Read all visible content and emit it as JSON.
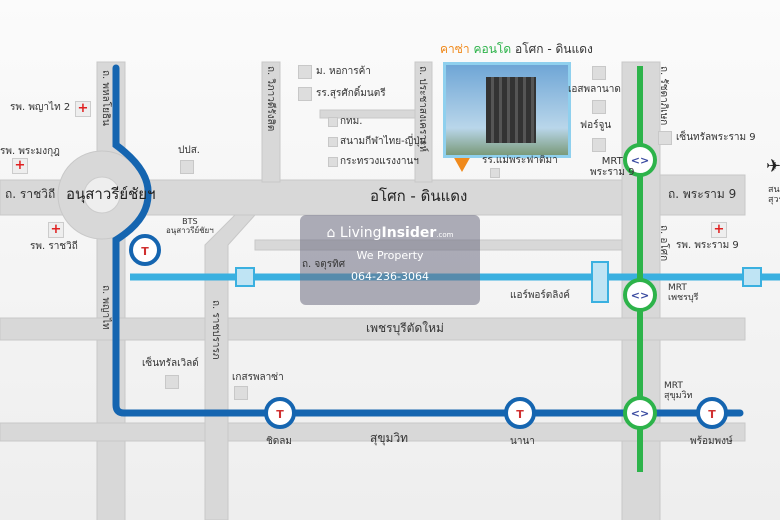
{
  "title": {
    "part1": "คาซ่า",
    "part2": "คอนโด",
    "part3": "อโศก - ดินแดง"
  },
  "roads": {
    "main": "อโศก - ดินแดง",
    "rama9": "ถ. พระราม 9",
    "ratchawithi": "ถ. ราชวิถี",
    "phahonyothin": "ถ. พหลโยธิน",
    "vibhavadi": "ถ. วิภาวดีรังสิต",
    "pracha": "ถ. ประชาสงเคราะห์",
    "ratchada": "ถ. รัชดาภิเษก",
    "asoke": "ถ. อโศก",
    "chaturathit": "ถ. จตุรทิศ",
    "phayathai": "ถ. พญาไท",
    "ratchaprarop": "ถ. ราชปรารภ",
    "petchburi": "เพชรบุรีตัดใหม่",
    "sukhumvit": "สุขุมวิท"
  },
  "places": {
    "utcc": "ม. หอการค้า",
    "surasak": "รร.สุรศักดิ์มนตรี",
    "bma": "กทม.",
    "stadium": "สนามกีฬาไทย-ญี่ปุ่น",
    "labour": "กระทรวงแรงงานฯ",
    "fatima": "รร.แม่พระฟาติมา",
    "esplanade": "เอสพลานาด",
    "fortune": "ฟอร์จูน",
    "central9": "เซ็นทรัลพระราม 9",
    "phyathai2": "รพ. พญาไท 2",
    "mongkut": "รพ. พระมงกุฎ",
    "rajavithi": "รพ. ราชวิถี",
    "monument": "อนุสาวรีย์ชัยฯ",
    "oncb": "ปปส.",
    "rama9hosp": "รพ. พระราม 9",
    "airport": "สนามบินสุวรรณภูมิ",
    "airportlink": "แอร์พอร์ตลิงค์",
    "centralworld": "เซ็นทรัลเวิลด์",
    "gaysorn": "เกสรพลาซ่า"
  },
  "stations": {
    "bts_monument_1": "BTS",
    "bts_monument_2": "อนุสาวรีย์ชัยฯ",
    "mrt_rama9_1": "MRT",
    "mrt_rama9_2": "พระราม 9",
    "mrt_petch_1": "MRT",
    "mrt_petch_2": "เพชรบุรี",
    "mrt_sukh_1": "MRT",
    "mrt_sukh_2": "สุขุมวิท",
    "chidlom": "ชิดลม",
    "nana": "นานา",
    "phromphong": "พร้อมพงษ์"
  },
  "watermark": {
    "brand1": "Living",
    "brand2": "Insider",
    "brand3": ".com",
    "tagline": "We Property",
    "phone": "064-236-3064"
  },
  "colors": {
    "bts": "#1565b0",
    "mrt": "#2db34a",
    "arl": "#3ab0e0",
    "road": "#d6d6d6",
    "accent": "#f08a1c"
  }
}
